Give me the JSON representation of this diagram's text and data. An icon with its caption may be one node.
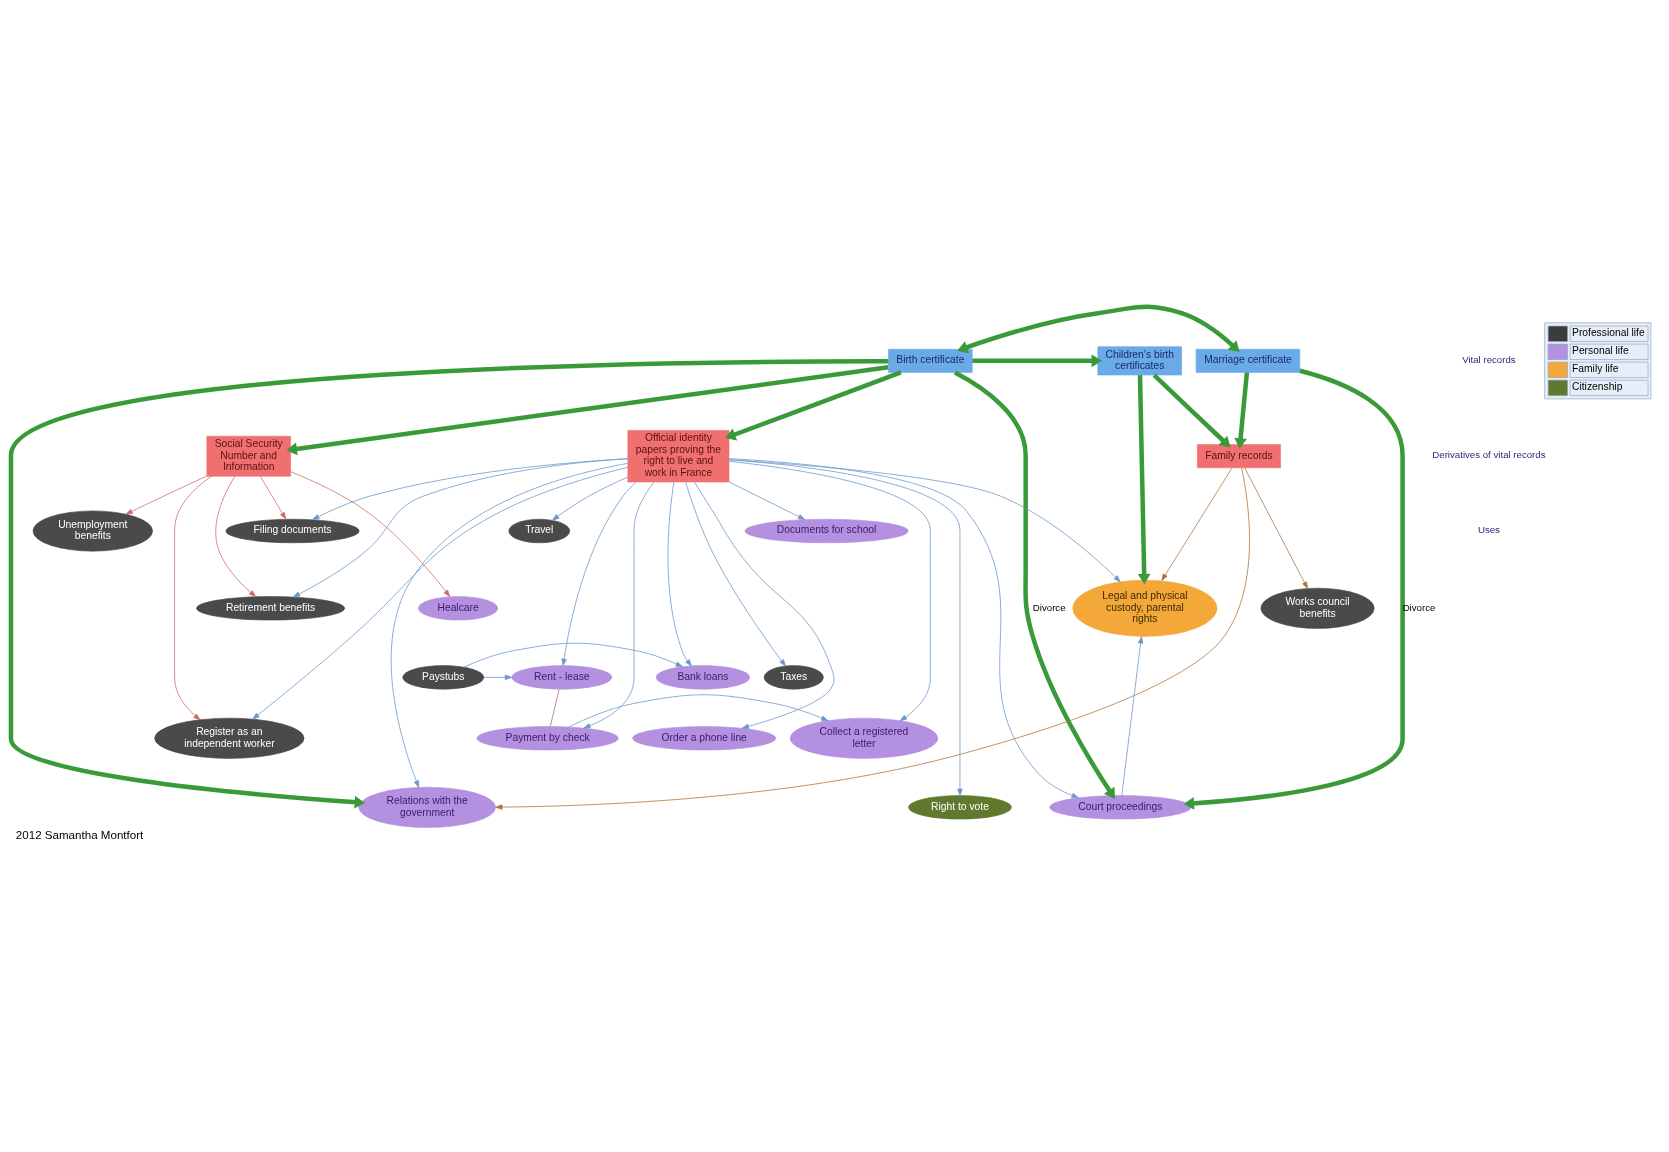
{
  "diagram": {
    "caption": "2012 Samantha Montfort",
    "nodes": [
      {
        "text": [
          "Birth certificate"
        ]
      },
      {
        "text": [
          "Marriage certificate"
        ]
      },
      {
        "text": [
          "Children’s birth certificates"
        ]
      },
      {
        "text": [
          "Official identity papers proving the right to live and work in France"
        ]
      },
      {
        "text": [
          "Social Security Number and Information"
        ]
      },
      {
        "text": [
          "Family records"
        ]
      },
      {
        "text": [
          "Travel"
        ]
      },
      {
        "text": [
          "Unemployment benefits"
        ]
      },
      {
        "text": [
          "Documents for school"
        ]
      },
      {
        "text": [
          "Filing documents"
        ]
      },
      {
        "text": [
          "Healcare"
        ]
      },
      {
        "text": [
          "Legal and physical custody, parental rights"
        ]
      },
      {
        "text": [
          "Retirement benefits"
        ]
      },
      {
        "text": [
          "Works council benefits"
        ]
      },
      {
        "text": [
          "Paystubs"
        ]
      },
      {
        "text": [
          "Bank loans"
        ]
      },
      {
        "text": [
          "Rent - lease"
        ]
      },
      {
        "text": [
          "Taxes"
        ]
      },
      {
        "text": [
          "Payment by check"
        ]
      },
      {
        "text": [
          "Collect a registered letter"
        ]
      },
      {
        "text": [
          "Register as an independent worker"
        ]
      },
      {
        "text": [
          "Order a phone line"
        ]
      },
      {
        "text": [
          "Relations with the government"
        ]
      },
      {
        "text": [
          "Right to vote"
        ]
      },
      {
        "text": [
          "Court proceedings"
        ]
      }
    ],
    "edges": [
      {
        "from": 0,
        "to": 1,
        "arrow": "both",
        "style": "thick",
        "color": "#3a9a3a"
      },
      {
        "from": 0,
        "to": 2,
        "arrow": "to",
        "style": "thick",
        "color": "#3a9a3a"
      },
      {
        "from": 0,
        "to": 3,
        "arrow": "to",
        "style": "thick",
        "color": "#3a9a3a"
      },
      {
        "from": 0,
        "to": 4,
        "arrow": "to",
        "style": "thick",
        "color": "#3a9a3a"
      },
      {
        "from": 0,
        "to": 24,
        "arrow": "to",
        "label": "Divorce",
        "style": "thick",
        "color": "#3a9a3a"
      },
      {
        "from": 0,
        "to": 22,
        "arrow": "to",
        "style": "thick",
        "color": "#3a9a3a"
      },
      {
        "from": 1,
        "to": 5,
        "arrow": "to",
        "style": "thick",
        "color": "#3a9a3a"
      },
      {
        "from": 1,
        "to": 24,
        "arrow": "to",
        "label": "Divorce",
        "style": "thick",
        "color": "#3a9a3a"
      },
      {
        "from": 2,
        "to": 5,
        "arrow": "to",
        "style": "thick",
        "color": "#3a9a3a"
      },
      {
        "from": 2,
        "to": 11,
        "arrow": "to",
        "style": "thick",
        "color": "#3a9a3a"
      },
      {
        "from": 3,
        "to": 6,
        "arrow": "to"
      },
      {
        "from": 3,
        "to": 8,
        "arrow": "to"
      },
      {
        "from": 3,
        "to": 9,
        "arrow": "to"
      },
      {
        "from": 3,
        "to": 12,
        "arrow": "to"
      },
      {
        "from": 3,
        "to": 15,
        "arrow": "to"
      },
      {
        "from": 3,
        "to": 16,
        "arrow": "to"
      },
      {
        "from": 3,
        "to": 17,
        "arrow": "to"
      },
      {
        "from": 3,
        "to": 18,
        "arrow": "to"
      },
      {
        "from": 3,
        "to": 19,
        "arrow": "to"
      },
      {
        "from": 3,
        "to": 20,
        "arrow": "to"
      },
      {
        "from": 3,
        "to": 21,
        "arrow": "to"
      },
      {
        "from": 3,
        "to": 22,
        "arrow": "to"
      },
      {
        "from": 3,
        "to": 23,
        "arrow": "to"
      },
      {
        "from": 3,
        "to": 24,
        "arrow": "to"
      },
      {
        "from": 3,
        "to": 11,
        "arrow": "to"
      },
      {
        "from": 4,
        "to": 7,
        "arrow": "to",
        "color": "#d06a6a"
      },
      {
        "from": 4,
        "to": 9,
        "arrow": "to",
        "color": "#d06a6a"
      },
      {
        "from": 4,
        "to": 10,
        "arrow": "to",
        "color": "#d06a6a"
      },
      {
        "from": 4,
        "to": 12,
        "arrow": "to",
        "color": "#d06a6a"
      },
      {
        "from": 4,
        "to": 20,
        "arrow": "to",
        "color": "#d06a6a"
      },
      {
        "from": 5,
        "to": 11,
        "arrow": "to",
        "color": "#b0723a"
      },
      {
        "from": 5,
        "to": 13,
        "arrow": "to",
        "color": "#b0723a"
      },
      {
        "from": 5,
        "to": 22,
        "arrow": "to",
        "color": "#b0723a"
      },
      {
        "from": 14,
        "to": 15,
        "arrow": "to"
      },
      {
        "from": 14,
        "to": 16,
        "arrow": "to"
      },
      {
        "from": 18,
        "to": 16,
        "arrow": "none",
        "color": "#a07070"
      },
      {
        "from": 18,
        "to": 19,
        "arrow": "to"
      },
      {
        "from": 24,
        "to": 11,
        "arrow": "to"
      }
    ],
    "labels": [
      "Vital records",
      "Derivatives of vital records",
      "Uses"
    ],
    "legend": [
      {
        "text": "Professional life",
        "color": "#3c3c3c"
      },
      {
        "text": "Personal life",
        "color": "#b490e0"
      },
      {
        "text": "Family life",
        "color": "#f5a83a"
      },
      {
        "text": "Citizenship",
        "color": "#5f7a2e"
      }
    ]
  }
}
